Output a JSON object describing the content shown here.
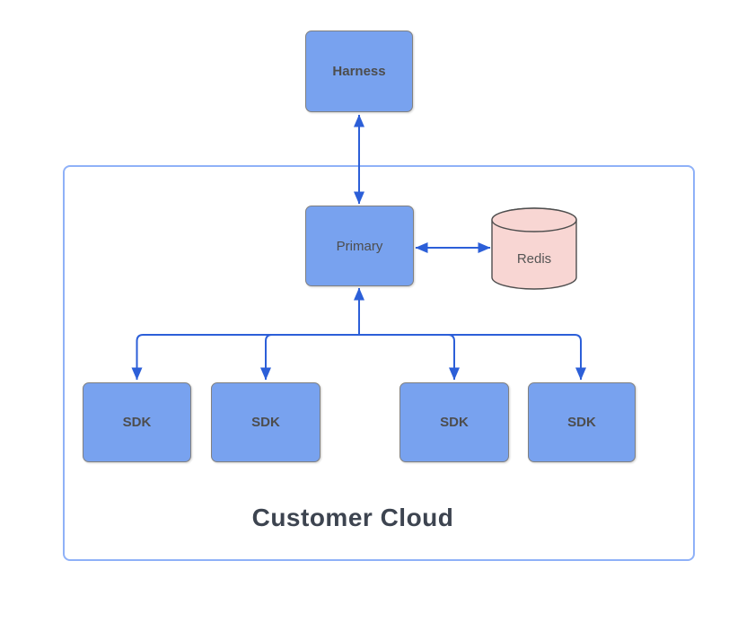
{
  "diagram": {
    "nodes": [
      {
        "id": "harness",
        "label": "Harness",
        "shape": "rounded-rect",
        "emphasis": "bold"
      },
      {
        "id": "primary",
        "label": "Primary",
        "shape": "rounded-rect",
        "emphasis": "normal"
      },
      {
        "id": "redis",
        "label": "Redis",
        "shape": "cylinder",
        "emphasis": "normal"
      },
      {
        "id": "sdk-1",
        "label": "SDK",
        "shape": "rounded-rect",
        "emphasis": "bold"
      },
      {
        "id": "sdk-2",
        "label": "SDK",
        "shape": "rounded-rect",
        "emphasis": "bold"
      },
      {
        "id": "sdk-3",
        "label": "SDK",
        "shape": "rounded-rect",
        "emphasis": "bold"
      },
      {
        "id": "sdk-4",
        "label": "SDK",
        "shape": "rounded-rect",
        "emphasis": "bold"
      }
    ],
    "container": {
      "label": "Customer Cloud"
    },
    "edges": [
      {
        "from": "Harness",
        "to": "Primary",
        "arrows": "both",
        "routing": "straight-vertical"
      },
      {
        "from": "Primary",
        "to": "Redis",
        "arrows": "both",
        "routing": "straight-horizontal"
      },
      {
        "from": "Primary",
        "to": "SDK-1",
        "arrows": "both",
        "routing": "orthogonal-tree"
      },
      {
        "from": "Primary",
        "to": "SDK-2",
        "arrows": "both",
        "routing": "orthogonal-tree"
      },
      {
        "from": "Primary",
        "to": "SDK-3",
        "arrows": "both",
        "routing": "orthogonal-tree"
      },
      {
        "from": "Primary",
        "to": "SDK-4",
        "arrows": "both",
        "routing": "orthogonal-tree"
      }
    ],
    "colors": {
      "node_fill": "#78A2EF",
      "node_border": "#808080",
      "cylinder_fill": "#F8D6D3",
      "cylinder_border": "#4E4E4E",
      "arrow": "#2C5FD8",
      "container_border": "#8FB1F8",
      "node_label_text": "#4D4D4D",
      "container_label_text": "#3D4450",
      "background": "#FFFFFF"
    }
  }
}
